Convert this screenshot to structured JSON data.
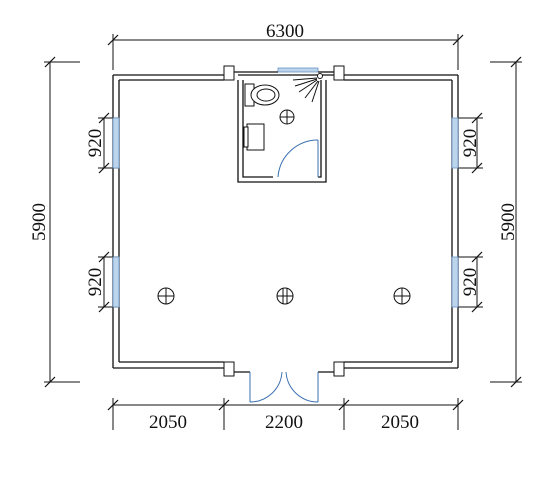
{
  "dimensions": {
    "overall_width": "6300",
    "overall_depth_left": "5900",
    "overall_depth_right": "5900",
    "window_left_upper": "920",
    "window_left_lower": "920",
    "window_right_upper": "920",
    "window_right_lower": "920",
    "bottom_left_segment": "2050",
    "bottom_mid_segment": "2200",
    "bottom_right_segment": "2050"
  },
  "icons": {
    "toilet": "toilet-icon",
    "shower": "shower-icon",
    "sink": "sink-icon",
    "light": "ceiling-light-icon"
  },
  "colors": {
    "line": "#111111",
    "window_fill": "#bcd4ec",
    "door_swing": "#3a6fb0"
  }
}
